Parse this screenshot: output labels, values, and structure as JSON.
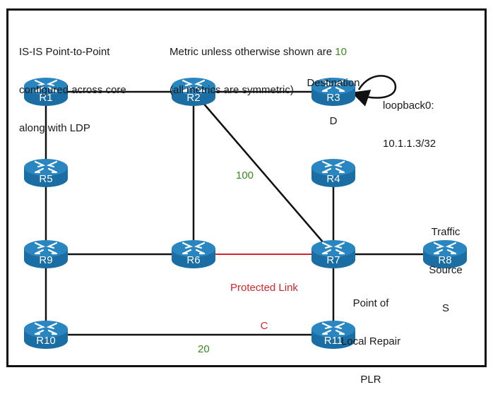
{
  "notes": {
    "isis": [
      "IS-IS Point-to-Point",
      "configured across core",
      "along with LDP"
    ],
    "metric_line1_prefix": "Metric unless otherwise shown are ",
    "metric_default": "10",
    "metric_line2": "(all metrics are symmetric)",
    "destination": [
      "Destination",
      "D"
    ],
    "loopback": [
      "loopback0:",
      "10.1.1.3/32"
    ],
    "traffic_source": [
      "Traffic",
      "Source",
      "S"
    ],
    "plr": [
      "Point of",
      "Local Repair",
      "PLR"
    ],
    "protected_link": [
      "Protected Link",
      "C"
    ]
  },
  "colors": {
    "router_top": "#2a86c0",
    "router_side": "#1b6ea3",
    "link": "#111111",
    "protected_link": "#d0282e",
    "metric": "#3a8a1e"
  },
  "routers": [
    {
      "id": "R1",
      "label": "R1"
    },
    {
      "id": "R2",
      "label": "R2"
    },
    {
      "id": "R3",
      "label": "R3"
    },
    {
      "id": "R4",
      "label": "R4"
    },
    {
      "id": "R5",
      "label": "R5"
    },
    {
      "id": "R6",
      "label": "R6"
    },
    {
      "id": "R7",
      "label": "R7"
    },
    {
      "id": "R8",
      "label": "R8"
    },
    {
      "id": "R9",
      "label": "R9"
    },
    {
      "id": "R10",
      "label": "R10"
    },
    {
      "id": "R11",
      "label": "R11"
    }
  ],
  "links": [
    {
      "from": "R1",
      "to": "R2",
      "metric": "10"
    },
    {
      "from": "R2",
      "to": "R3",
      "metric": "10"
    },
    {
      "from": "R1",
      "to": "R5",
      "metric": "10"
    },
    {
      "from": "R5",
      "to": "R9",
      "metric": "10"
    },
    {
      "from": "R9",
      "to": "R10",
      "metric": "10"
    },
    {
      "from": "R2",
      "to": "R6",
      "metric": "10"
    },
    {
      "from": "R2",
      "to": "R7",
      "metric": "100",
      "metric_label": "100"
    },
    {
      "from": "R9",
      "to": "R6",
      "metric": "10"
    },
    {
      "from": "R6",
      "to": "R7",
      "metric": "10",
      "protected": true
    },
    {
      "from": "R4",
      "to": "R7",
      "metric": "10"
    },
    {
      "from": "R7",
      "to": "R8",
      "metric": "10"
    },
    {
      "from": "R7",
      "to": "R11",
      "metric": "10"
    },
    {
      "from": "R10",
      "to": "R11",
      "metric": "20",
      "metric_label": "20"
    }
  ]
}
